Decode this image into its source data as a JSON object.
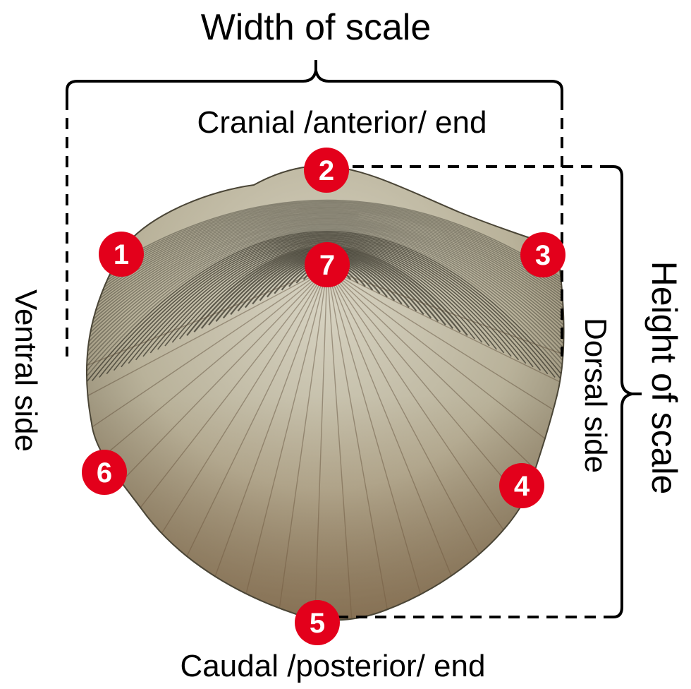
{
  "labels": {
    "width": "Width of scale",
    "cranial": "Cranial /anterior/ end",
    "caudal": "Caudal /posterior/ end",
    "ventral": "Ventral side",
    "dorsal": "Dorsal side",
    "height": "Height of scale"
  },
  "markers": [
    "1",
    "2",
    "3",
    "4",
    "5",
    "6",
    "7"
  ],
  "colors": {
    "marker_fill": "#e3001b",
    "scale_light": "#c9c6b5",
    "scale_dark": "#3a372c",
    "scale_rust": "#8a6a48"
  }
}
